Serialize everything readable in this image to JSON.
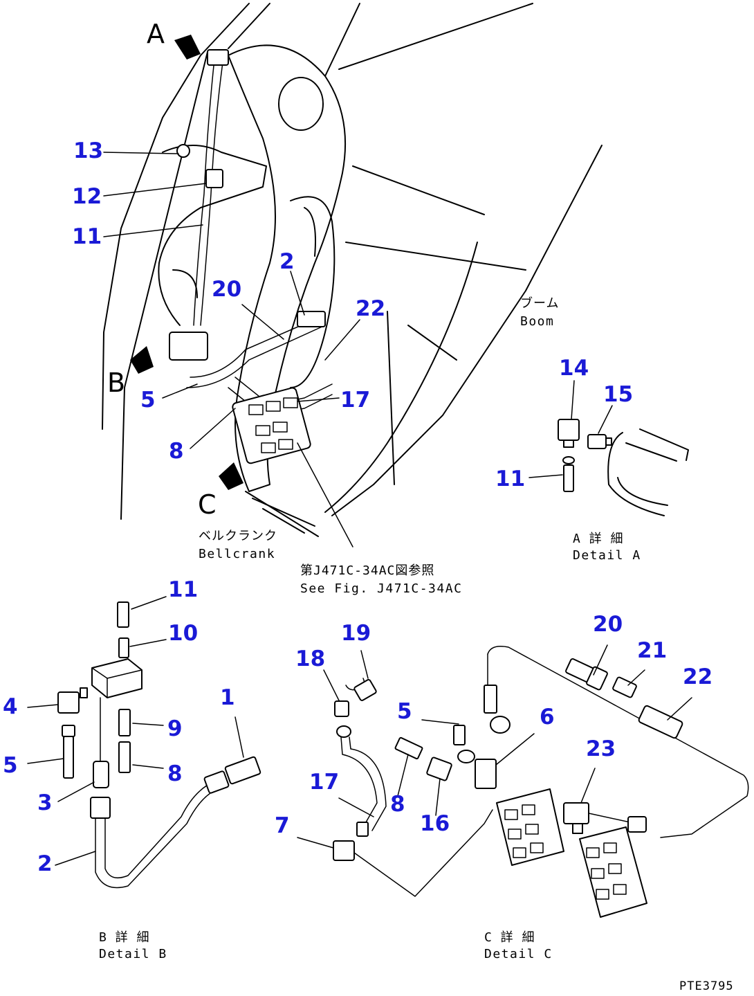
{
  "figure_code": "PTE3795",
  "view_letters": {
    "a": "A",
    "b": "B",
    "c": "C"
  },
  "labels": {
    "boom_jp": "ブーム",
    "boom_en": "Boom",
    "bellcrank_jp": "ベルクランク",
    "bellcrank_en": "Bellcrank",
    "see_fig_jp": "第J471C-34AC図参照",
    "see_fig_en": "See Fig. J471C-34AC",
    "detail_a_jp": "A 詳 細",
    "detail_a_en": "Detail A",
    "detail_b_jp": "B 詳 細",
    "detail_b_en": "Detail B",
    "detail_c_jp": "C 詳 細",
    "detail_c_en": "Detail C"
  },
  "callouts": {
    "main": {
      "c13": "13",
      "c12": "12",
      "c11": "11",
      "c2": "2",
      "c20": "20",
      "c22": "22",
      "c5": "5",
      "c17": "17",
      "c8": "8"
    },
    "detail_a": {
      "c14": "14",
      "c15": "15",
      "c11": "11"
    },
    "detail_b": {
      "c11": "11",
      "c10": "10",
      "c4": "4",
      "c1": "1",
      "c9": "9",
      "c5": "5",
      "c8": "8",
      "c3": "3",
      "c2": "2"
    },
    "detail_c": {
      "c19": "19",
      "c18": "18",
      "c20": "20",
      "c21": "21",
      "c22": "22",
      "c5": "5",
      "c6": "6",
      "c23": "23",
      "c17": "17",
      "c8": "8",
      "c16": "16",
      "c7": "7"
    }
  }
}
